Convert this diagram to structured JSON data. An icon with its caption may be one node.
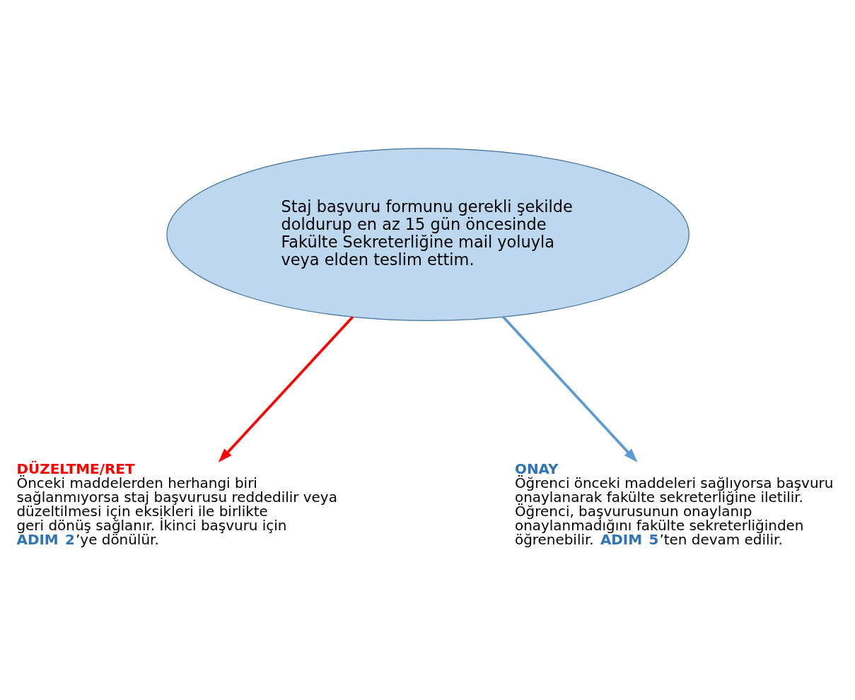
{
  "diagram": {
    "nodes": [
      {
        "text": [
          "Staj başvuru formunu gerekli şekilde doldurup en az 15 gün öncesinde Fakülte Sekreterliğine mail yoluyla veya elden teslim ettim."
        ]
      },
      {
        "text": [
          "DÜZELTME/RET",
          "Önceki maddelerden herhangi biri sağlanmıyorsa staj başvurusu reddedilir veya düzeltilmesi için eksikleri ile birlikte geri dönüş sağlanır. İkinci başvuru için **ADIM 2**’ye dönülür."
        ]
      },
      {
        "text": [
          "ONAY",
          "Öğrenci önceki maddeleri sağlıyorsa başvuru onaylanarak fakülte sekreterliğine iletilir.",
          "Öğrenci, başvurusunun onaylanıp onaylanmadığını fakülte sekreterliğinden öğrenebilir. **ADIM 5**’ten devam edilir."
        ]
      }
    ],
    "edges": [
      {
        "from": 0,
        "to": 1,
        "arrow": "to",
        "color": "#ff0000"
      },
      {
        "from": 0,
        "to": 2,
        "arrow": "to",
        "color": "#5b9bd5"
      }
    ]
  }
}
